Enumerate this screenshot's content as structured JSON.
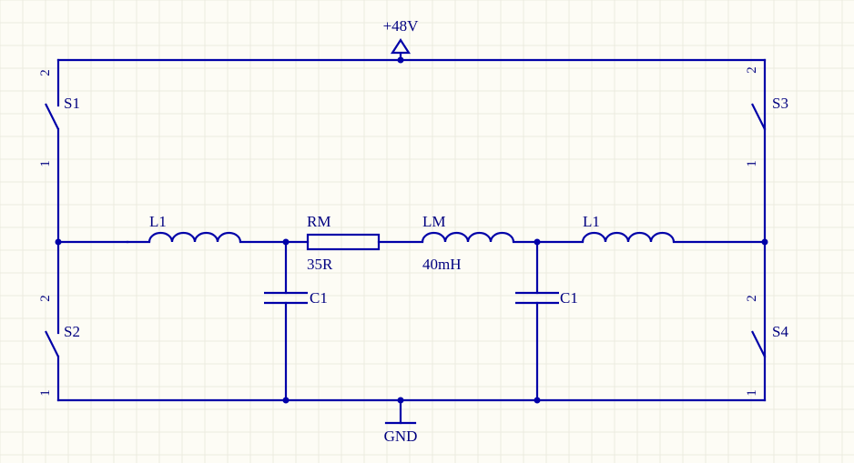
{
  "supply": {
    "label": "+48V"
  },
  "ground": {
    "label": "GND"
  },
  "switches": {
    "s1": {
      "label": "S1",
      "pin_top": "2",
      "pin_bottom": "1"
    },
    "s2": {
      "label": "S2",
      "pin_top": "2",
      "pin_bottom": "1"
    },
    "s3": {
      "label": "S3",
      "pin_top": "2",
      "pin_bottom": "1"
    },
    "s4": {
      "label": "S4",
      "pin_top": "2",
      "pin_bottom": "1"
    }
  },
  "inductors": {
    "left": {
      "label": "L1"
    },
    "right": {
      "label": "L1"
    },
    "motor": {
      "label": "LM",
      "value": "40mH"
    }
  },
  "resistor": {
    "label": "RM",
    "value": "35R"
  },
  "capacitors": {
    "left": {
      "label": "C1"
    },
    "right": {
      "label": "C1"
    }
  },
  "colors": {
    "wire": "#0000a8",
    "text": "#000080",
    "background": "#fdfcf5",
    "grid": "#ecebe0"
  }
}
